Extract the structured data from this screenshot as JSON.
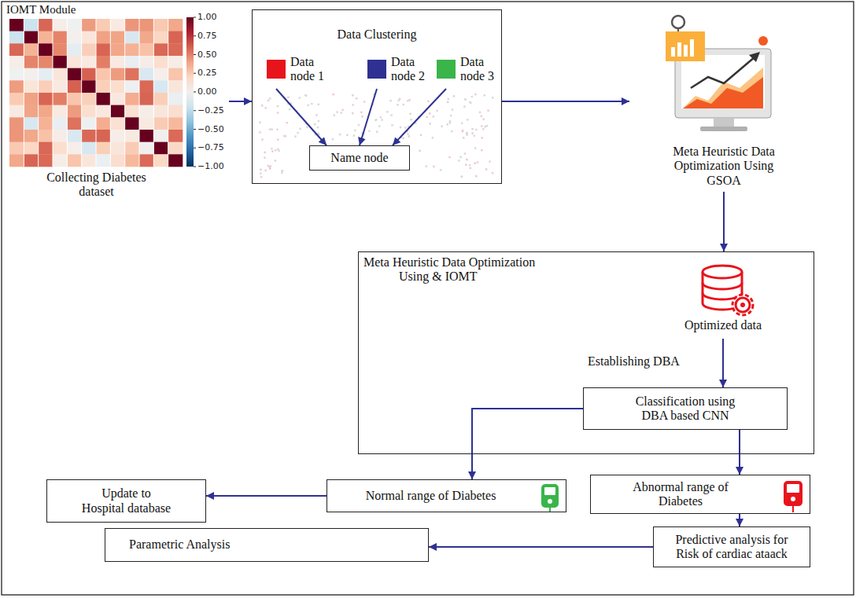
{
  "diagram": {
    "nodes": [
      {
        "text": [
          "IOMT Module",
          "Collecting Diabetes dataset"
        ]
      },
      {
        "text": [
          "Data Clustering"
        ]
      },
      {
        "text": [
          "Data node 1"
        ],
        "in": 1
      },
      {
        "text": [
          "Data node 2"
        ],
        "in": 1
      },
      {
        "text": [
          "Data node 3"
        ],
        "in": 1
      },
      {
        "text": [
          "Name node"
        ],
        "in": 1
      },
      {
        "text": [
          "Meta Heuristic Data Optimization Using GSOA"
        ]
      },
      {
        "text": [
          "Meta Heuristic Data Optimization Using & IOMT"
        ]
      },
      {
        "text": [
          "Optimized data"
        ],
        "in": 7
      },
      {
        "text": [
          "Classification using DBA based CNN"
        ],
        "in": 7
      },
      {
        "text": [
          "Update to Hospital database"
        ]
      },
      {
        "text": [
          "Normal range of Diabetes"
        ]
      },
      {
        "text": [
          "Abnormal range of Diabetes"
        ]
      },
      {
        "text": [
          "Parametric Analysis"
        ]
      },
      {
        "text": [
          "Predictive analysis for Risk of cardiac ataack"
        ]
      }
    ],
    "edges": [
      {
        "from": 0,
        "to": 1,
        "arrow": "to"
      },
      {
        "from": 2,
        "to": 5,
        "arrow": "to"
      },
      {
        "from": 3,
        "to": 5,
        "arrow": "to"
      },
      {
        "from": 4,
        "to": 5,
        "arrow": "to"
      },
      {
        "from": 1,
        "to": 6,
        "arrow": "to"
      },
      {
        "from": 6,
        "to": 7,
        "arrow": "to"
      },
      {
        "from": 8,
        "to": 9,
        "label": "Establishing DBA",
        "arrow": "to"
      },
      {
        "from": 9,
        "to": 11,
        "arrow": "to"
      },
      {
        "from": 9,
        "to": 12,
        "arrow": "to"
      },
      {
        "from": 11,
        "to": 10,
        "arrow": "to"
      },
      {
        "from": 12,
        "to": 14,
        "arrow": "to"
      },
      {
        "from": 14,
        "to": 13,
        "arrow": "to"
      }
    ],
    "labels": [
      "1.00",
      "0.75",
      "0.50",
      "0.25",
      "0.00",
      "−0.25",
      "−0.50",
      "−0.75",
      "−1.00"
    ]
  }
}
